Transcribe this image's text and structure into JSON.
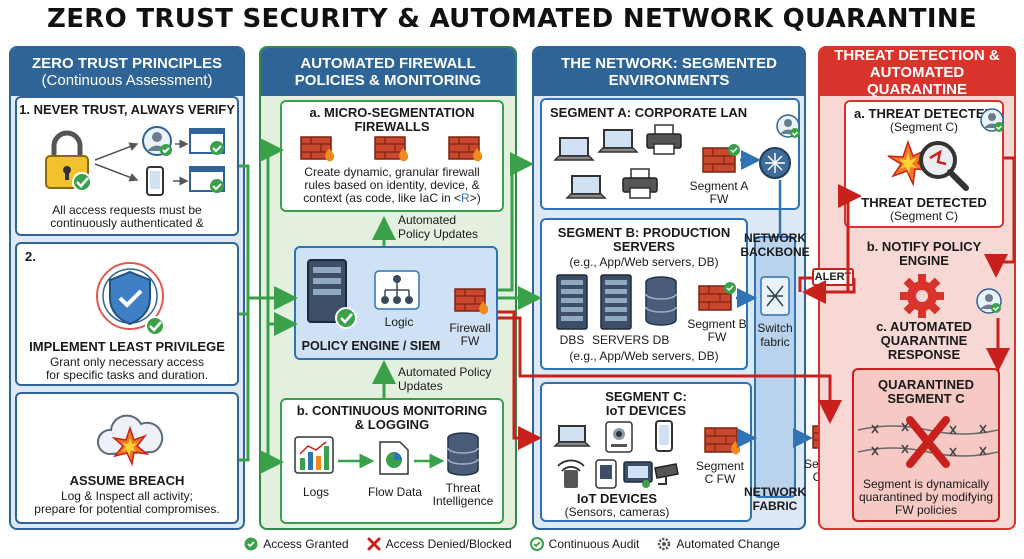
{
  "title": "ZERO TRUST SECURITY & AUTOMATED NETWORK QUARANTINE",
  "columns": {
    "principles": {
      "title": "ZERO TRUST PRINCIPLES",
      "subtitle": "(Continuous Assessment)",
      "box1_title": "1. NEVER TRUST, ALWAYS VERIFY",
      "box1_text1": "All access requests must be",
      "box1_text2": "continuously authenticated &",
      "box2_number": "2.",
      "box2_title": "IMPLEMENT LEAST PRIVILEGE",
      "box2_text1": "Grant only necessary access",
      "box2_text2": "for specific tasks and duration.",
      "box3_title": "ASSUME BREACH",
      "box3_text1": "Log & Inspect all activity;",
      "box3_text2": "prepare for potential compromises."
    },
    "firewall": {
      "title1": "AUTOMATED FIREWALL",
      "title2": "POLICIES & MONITORING",
      "micro_title1": "a. MICRO-SEGMENTATION",
      "micro_title2": "FIREWALLS",
      "micro_text1": "Create dynamic, granular firewall",
      "micro_text2": "rules based on identity, device, &",
      "micro_text3": "context (as code, like IaC in <",
      "micro_text_mid": "R",
      "micro_text4": ">)",
      "policy_updates1": "Automated",
      "policy_updates2": "Policy Updates",
      "logic_label": "Logic",
      "firewall_fw1": "Firewall",
      "firewall_fw2": "FW",
      "engine_label": "POLICY ENGINE / SIEM",
      "policy_updates_b1": "Automated Policy",
      "policy_updates_b2": "Updates",
      "monitor_title1": "b. CONTINUOUS MONITORING",
      "monitor_title2": "& LOGGING",
      "logs": "Logs",
      "flow_data": "Flow Data",
      "threat_intel1": "Threat",
      "threat_intel2": "Intelligence"
    },
    "network": {
      "title1": "THE NETWORK: SEGMENTED",
      "title2": "ENVIRONMENTS",
      "seg_a_title": "SEGMENT A: CORPORATE LAN",
      "seg_a_fw1": "Segment A",
      "seg_a_fw2": "FW",
      "backbone1": "NETWORK",
      "backbone2": "BACKBONE",
      "seg_b_title1": "SEGMENT B: PRODUCTION",
      "seg_b_title2": "SERVERS",
      "seg_b_sub": "(e.g., App/Web servers, DB)",
      "dbs": "DBS",
      "servers": "SERVERS",
      "db": "DB",
      "seg_b_sub2": "(e.g., App/Web servers, DB)",
      "seg_b_fw1": "Segment B",
      "seg_b_fw2": "FW",
      "switch1": "Switch",
      "switch2": "fabric",
      "seg_c_title1": "SEGMENT C:",
      "seg_c_title2": "IoT DEVICES",
      "seg_c_fw1": "Segment",
      "seg_c_fw2": "C FW",
      "iot_title": "IoT DEVICES",
      "iot_sub": "(Sensors, cameras)",
      "fabric1": "NETWORK",
      "fabric2": "FABRIC",
      "seg_c_fw_b1": "Segment",
      "seg_c_fw_b2": "C FW"
    },
    "threat": {
      "title1": "THREAT DETECTION &",
      "title2": "AUTOMATED QUARANTINE",
      "a_title": "a. THREAT DETECTED",
      "a_sub": "(Segment C)",
      "detected": "THREAT DETECTED",
      "detected_sub": "(Segment C)",
      "alert": "ALERT",
      "b_title1": "b. NOTIFY POLICY",
      "b_title2": "ENGINE",
      "c_title1": "c. AUTOMATED",
      "c_title2": "QUARANTINE",
      "c_title3": "RESPONSE",
      "q_title1": "QUARANTINED",
      "q_title2": "SEGMENT C",
      "q_text1": "Segment is dynamically",
      "q_text2": "quarantined by modifying",
      "q_text3": "FW policies"
    }
  },
  "legend": {
    "granted": "Access Granted",
    "denied": "Access Denied/Blocked",
    "audit": "Continuous Audit",
    "change": "Automated Change"
  },
  "colors": {
    "blue_head": "#2f6496",
    "green_head": "#2f8a4a",
    "red_head": "#d9342b",
    "green_arrow": "#3aa04a",
    "red_arrow": "#c8201c",
    "blue_arrow": "#2f73b5"
  }
}
